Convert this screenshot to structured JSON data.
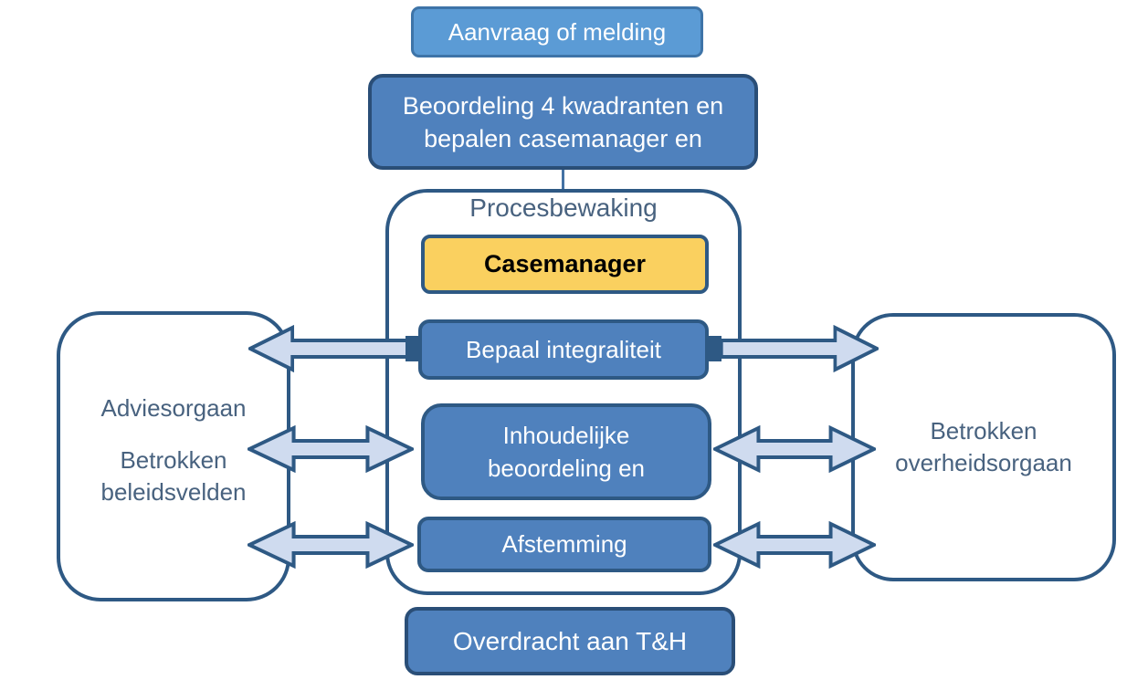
{
  "diagram": {
    "type": "flowchart",
    "language": "nl",
    "nodes": {
      "aanvraag": {
        "label": "Aanvraag of melding"
      },
      "beoordeling": {
        "lines": [
          "Beoordeling 4 kwadranten en",
          "bepalen casemanager en"
        ]
      },
      "procesbewaking": {
        "label": "Procesbewaking"
      },
      "casemanager": {
        "label": "Casemanager"
      },
      "bepaal_integraliteit": {
        "label": "Bepaal integraliteit"
      },
      "inhoudelijke_beoordeling": {
        "lines": [
          "Inhoudelijke",
          "beoordeling en"
        ]
      },
      "afstemming": {
        "label": "Afstemming"
      },
      "adviesorgaan": {
        "label": "Adviesorgaan"
      },
      "betrokken_beleidsvelden": {
        "lines": [
          "Betrokken",
          "beleidsvelden"
        ]
      },
      "betrokken_overheidsorgaan": {
        "lines": [
          "Betrokken",
          "overheidsorgaan"
        ]
      },
      "overdracht": {
        "label": "Overdracht aan T&H"
      }
    },
    "connections": [
      {
        "from": "beoordeling",
        "to": "procesbewaking",
        "style": "plain-line"
      },
      {
        "from": "bepaal_integraliteit",
        "to": "adviesorgaan",
        "style": "single-arrow-left"
      },
      {
        "from": "bepaal_integraliteit",
        "to": "betrokken_overheidsorgaan",
        "style": "single-arrow-right"
      },
      {
        "from": "inhoudelijke_beoordeling",
        "to": "adviesorgaan",
        "style": "double-arrow"
      },
      {
        "from": "inhoudelijke_beoordeling",
        "to": "betrokken_overheidsorgaan",
        "style": "double-arrow"
      },
      {
        "from": "afstemming",
        "to": "adviesorgaaan_is_typo_use_adviesorgaan",
        "style": "double-arrow"
      },
      {
        "from": "afstemming",
        "to": "betrokken_overheidsorgaan",
        "style": "double-arrow"
      }
    ],
    "colors": {
      "light_blue_fill": "#5B9BD5",
      "light_blue_border": "#3E74A8",
      "blue_fill": "#4F81BD",
      "dark_navy_border": "#2A4E77",
      "border_blue": "#2E5984",
      "yellow_fill": "#FAD05F",
      "arrow_fill": "#CFDBEF",
      "label_slate_text": "#48627F",
      "background": "#FFFFFF"
    }
  }
}
